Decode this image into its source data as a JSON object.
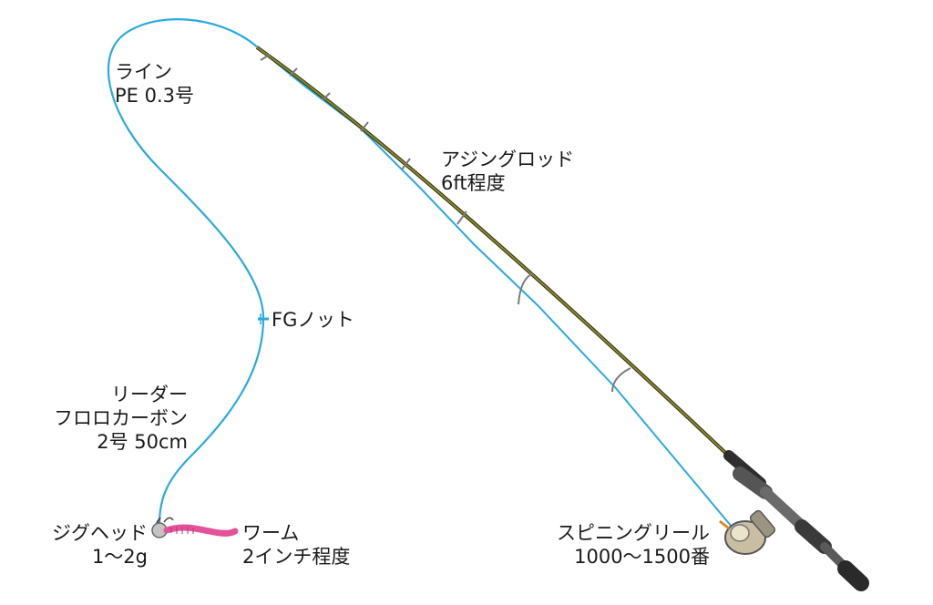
{
  "colors": {
    "line": "#2aa9e0",
    "rod": "#6b6a1c",
    "rod_shadow": "#2d2d12",
    "worm": "#e4529a",
    "guide": "#8a8a8a",
    "reel": "#b9b09a"
  },
  "labels": {
    "line": {
      "l1": "ライン",
      "l2": "PE 0.3号"
    },
    "rod": {
      "l1": "アジングロッド",
      "l2": "6ft程度"
    },
    "knot": {
      "l1": "FGノット"
    },
    "leader": {
      "l1": "リーダー",
      "l2": "フロロカーボン",
      "l3": "2号 50cm"
    },
    "jighead": {
      "l1": "ジグヘッド",
      "l2": "1～2g"
    },
    "worm": {
      "l1": "ワーム",
      "l2": "2インチ程度"
    },
    "reel": {
      "l1": "スピニングリール",
      "l2": "1000～1500番"
    }
  }
}
